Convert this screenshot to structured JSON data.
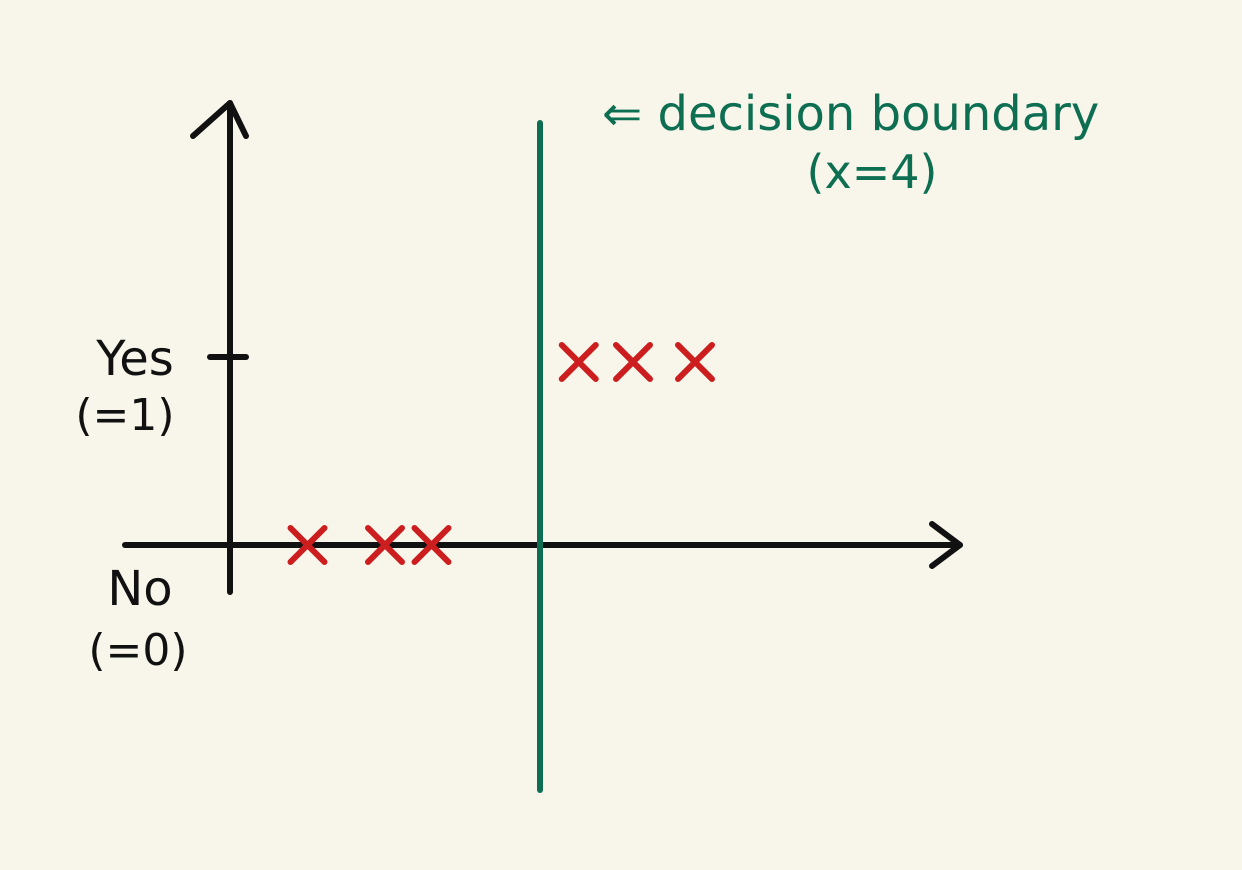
{
  "colors": {
    "background": "#f8f6ea",
    "axis": "#111111",
    "points": "#cc1e1e",
    "boundary": "#0d6e52"
  },
  "chart_data": {
    "type": "scatter",
    "x": [
      1,
      2,
      2.6,
      4.5,
      5.2,
      6
    ],
    "y": [
      0,
      0,
      0,
      1,
      1,
      1
    ],
    "y_tick_labels": {
      "yes": "Yes",
      "yes_value": "(=1)",
      "no": "No",
      "no_value": "(=0)"
    },
    "decision_boundary": {
      "x": 4,
      "label": "⇐ decision boundary",
      "equation": "(x=4)"
    },
    "xlim": [
      -1,
      7.5
    ],
    "ylim": [
      -0.2,
      2.3
    ],
    "grid": false,
    "marker": "x"
  }
}
